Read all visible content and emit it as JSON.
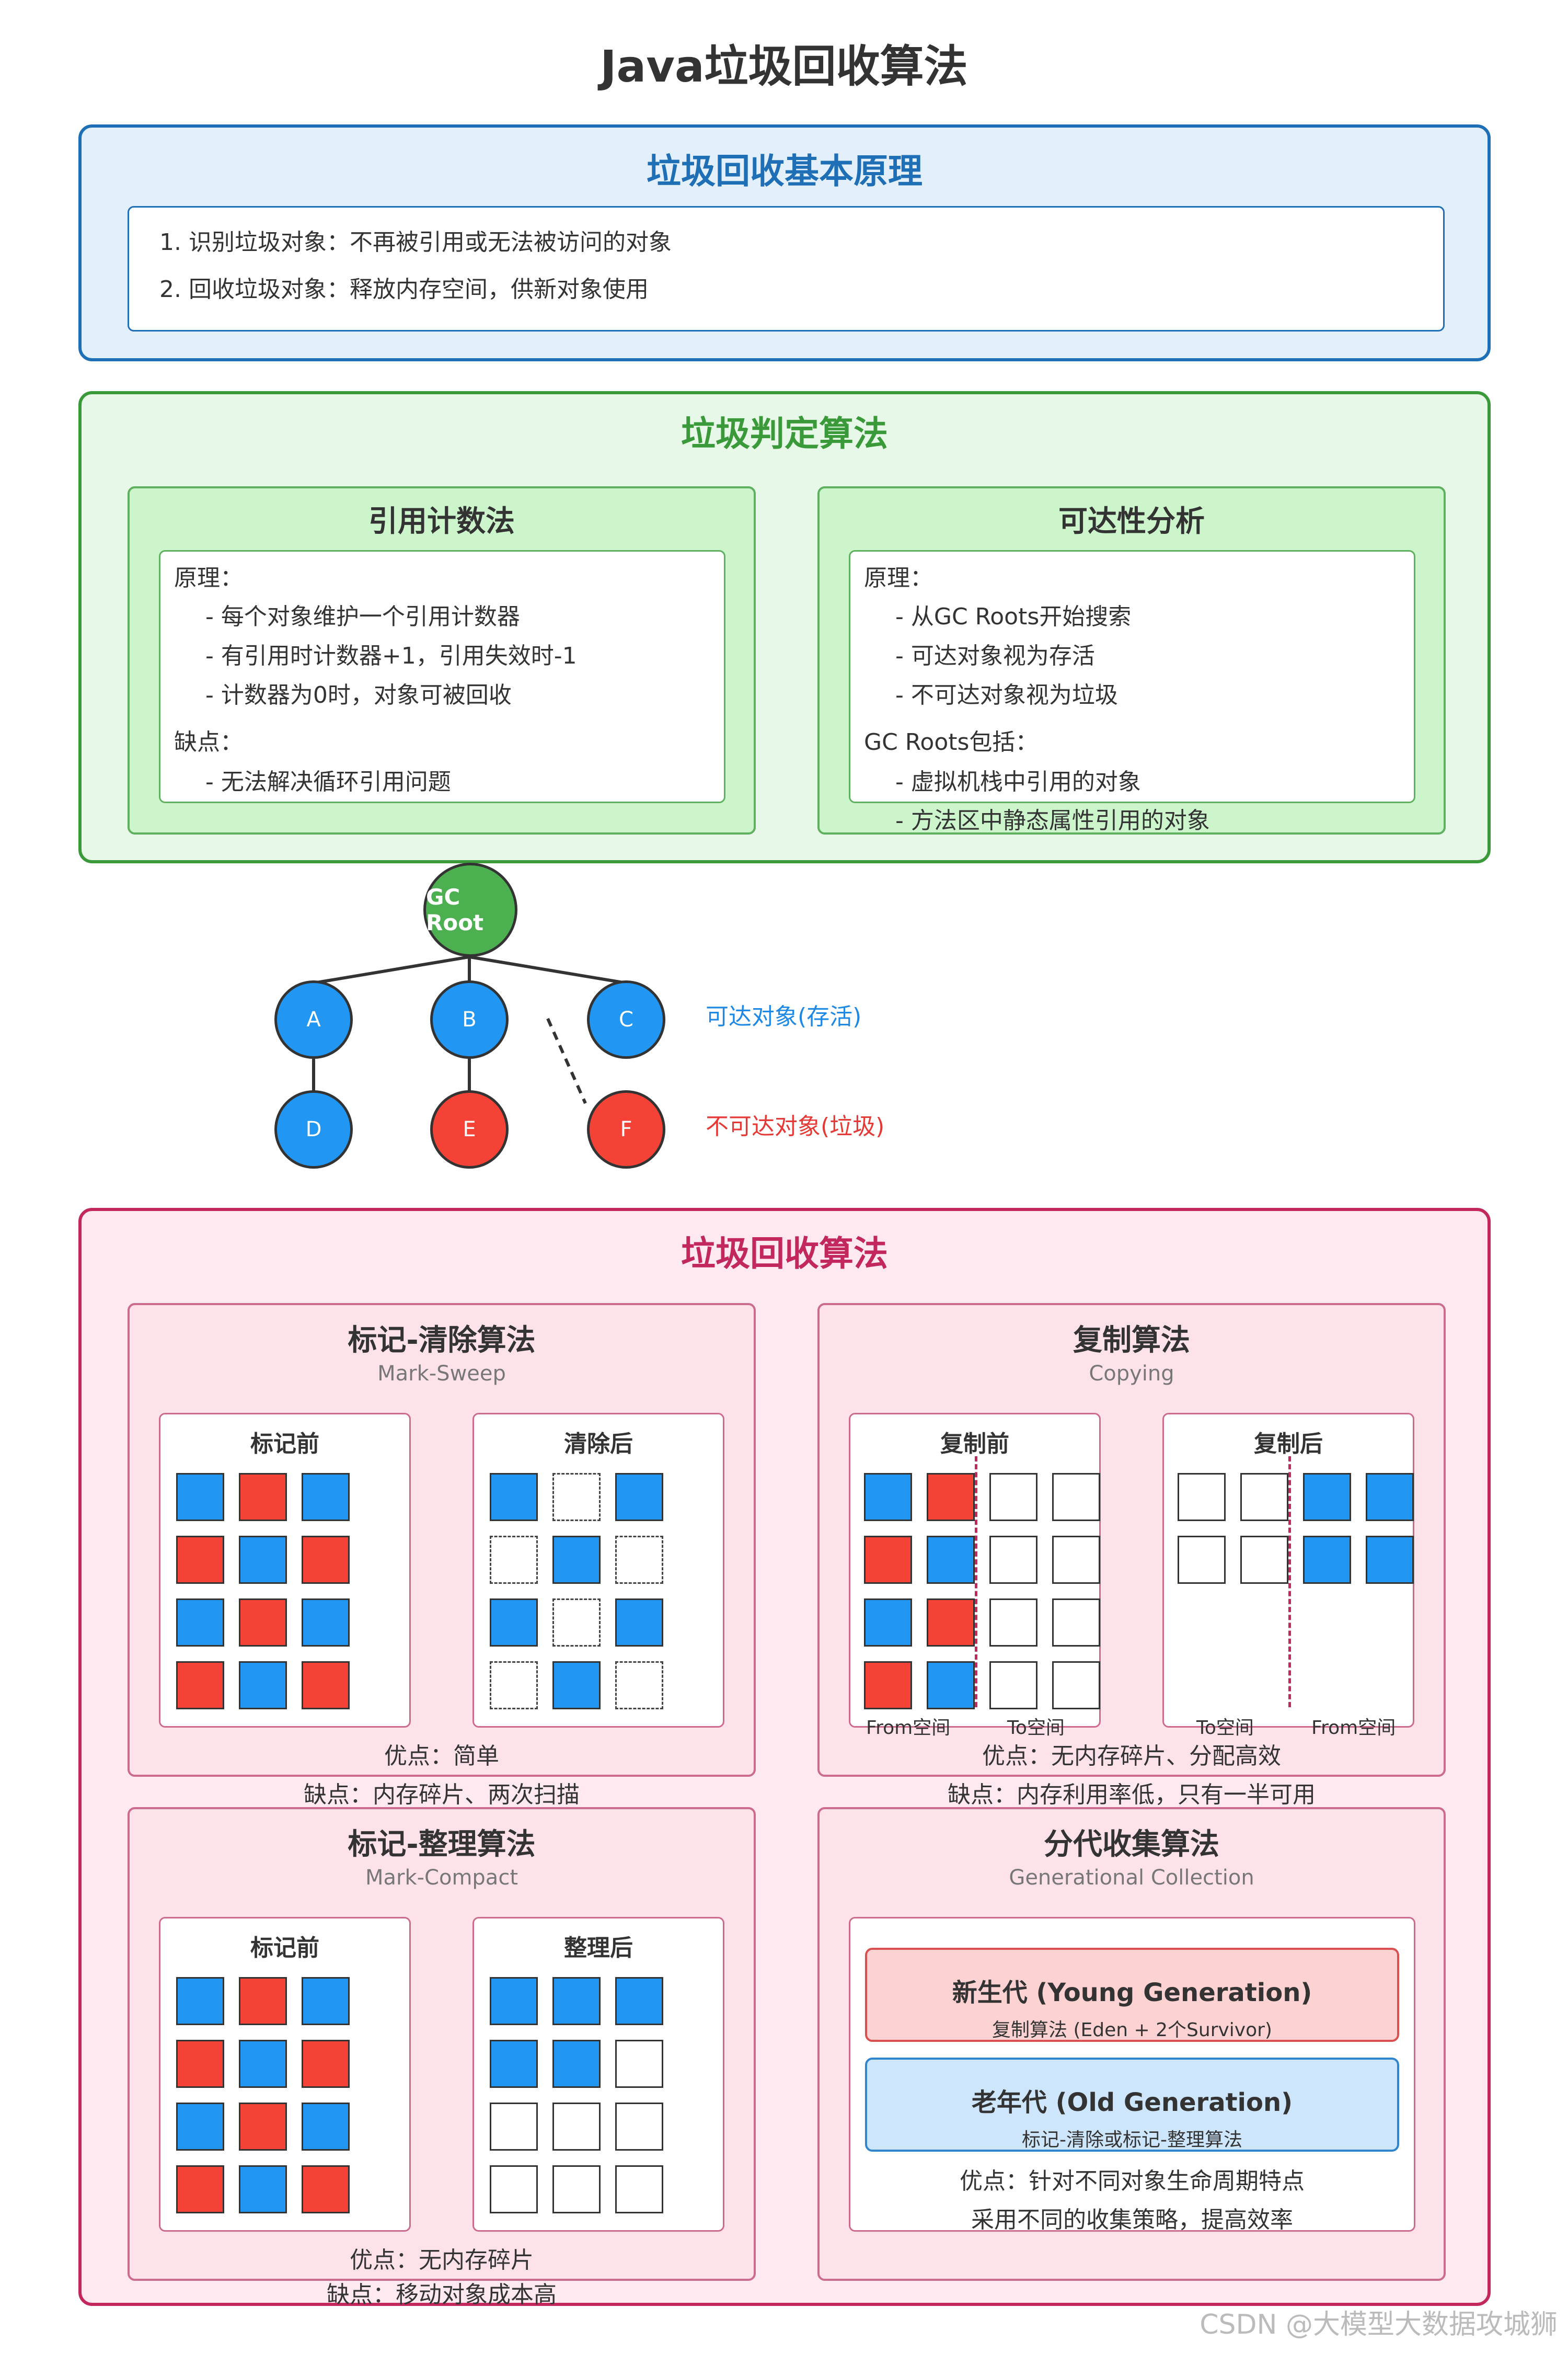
{
  "title": "Java垃圾回收算法",
  "principle": {
    "title": "垃圾回收基本原理",
    "items": [
      "1. 识别垃圾对象：不再被引用或无法被访问的对象",
      "2. 回收垃圾对象：释放内存空间，供新对象使用"
    ]
  },
  "detection": {
    "title": "垃圾判定算法",
    "refcount": {
      "title": "引用计数法",
      "principle_label": "原理：",
      "principle_items": [
        "- 每个对象维护一个引用计数器",
        "- 有引用时计数器+1，引用失效时-1",
        "- 计数器为0时，对象可被回收"
      ],
      "cons_label": "缺点：",
      "cons_items": [
        "- 无法解决循环引用问题"
      ]
    },
    "reachability": {
      "title": "可达性分析",
      "principle_label": "原理：",
      "principle_items": [
        "- 从GC Roots开始搜索",
        "- 可达对象视为存活",
        "- 不可达对象视为垃圾"
      ],
      "roots_label": "GC Roots包括：",
      "roots_items": [
        "- 虚拟机栈中引用的对象",
        "- 方法区中静态属性引用的对象"
      ]
    }
  },
  "tree": {
    "root": "GC Root",
    "nodes": [
      "A",
      "B",
      "C",
      "D",
      "E",
      "F"
    ],
    "legend_reachable": "可达对象(存活)",
    "legend_unreachable": "不可达对象(垃圾)",
    "colors": {
      "root": "#4caf50",
      "reachable": "#2196f3",
      "unreachable": "#f44336"
    }
  },
  "collection": {
    "title": "垃圾回收算法",
    "mark_sweep": {
      "title": "标记-清除算法",
      "subtitle": "Mark-Sweep",
      "before_label": "标记前",
      "after_label": "清除后",
      "pros": "优点：简单",
      "cons": "缺点：内存碎片、两次扫描",
      "before_grid": [
        [
          "b",
          "r",
          "b"
        ],
        [
          "r",
          "b",
          "r"
        ],
        [
          "b",
          "r",
          "b"
        ],
        [
          "r",
          "b",
          "r"
        ]
      ],
      "after_grid": [
        [
          "b",
          "e",
          "b"
        ],
        [
          "e",
          "b",
          "e"
        ],
        [
          "b",
          "e",
          "b"
        ],
        [
          "e",
          "b",
          "e"
        ]
      ]
    },
    "copying": {
      "title": "复制算法",
      "subtitle": "Copying",
      "before_label": "复制前",
      "after_label": "复制后",
      "from_label": "From空间",
      "to_label": "To空间",
      "pros": "优点：无内存碎片、分配高效",
      "cons": "缺点：内存利用率低，只有一半可用",
      "before_grid": [
        [
          "b",
          "r",
          "w",
          "w"
        ],
        [
          "r",
          "b",
          "w",
          "w"
        ],
        [
          "b",
          "r",
          "w",
          "w"
        ],
        [
          "r",
          "b",
          "w",
          "w"
        ]
      ],
      "after_grid": [
        [
          "w",
          "w",
          "b",
          "b"
        ],
        [
          "w",
          "w",
          "b",
          "b"
        ]
      ]
    },
    "mark_compact": {
      "title": "标记-整理算法",
      "subtitle": "Mark-Compact",
      "before_label": "标记前",
      "after_label": "整理后",
      "pros": "优点：无内存碎片",
      "cons": "缺点：移动对象成本高",
      "before_grid": [
        [
          "b",
          "r",
          "b"
        ],
        [
          "r",
          "b",
          "r"
        ],
        [
          "b",
          "r",
          "b"
        ],
        [
          "r",
          "b",
          "r"
        ]
      ],
      "after_grid": [
        [
          "b",
          "b",
          "b"
        ],
        [
          "b",
          "b",
          "w"
        ],
        [
          "w",
          "w",
          "w"
        ],
        [
          "w",
          "w",
          "w"
        ]
      ]
    },
    "generational": {
      "title": "分代收集算法",
      "subtitle": "Generational Collection",
      "young_title": "新生代 (Young Generation)",
      "young_sub": "复制算法 (Eden + 2个Survivor)",
      "old_title": "老年代 (Old Generation)",
      "old_sub": "标记-清除或标记-整理算法",
      "pros_line1": "优点：针对不同对象生命周期特点",
      "pros_line2": "采用不同的收集策略，提高效率"
    }
  },
  "watermark": "CSDN @大模型大数据攻城狮"
}
